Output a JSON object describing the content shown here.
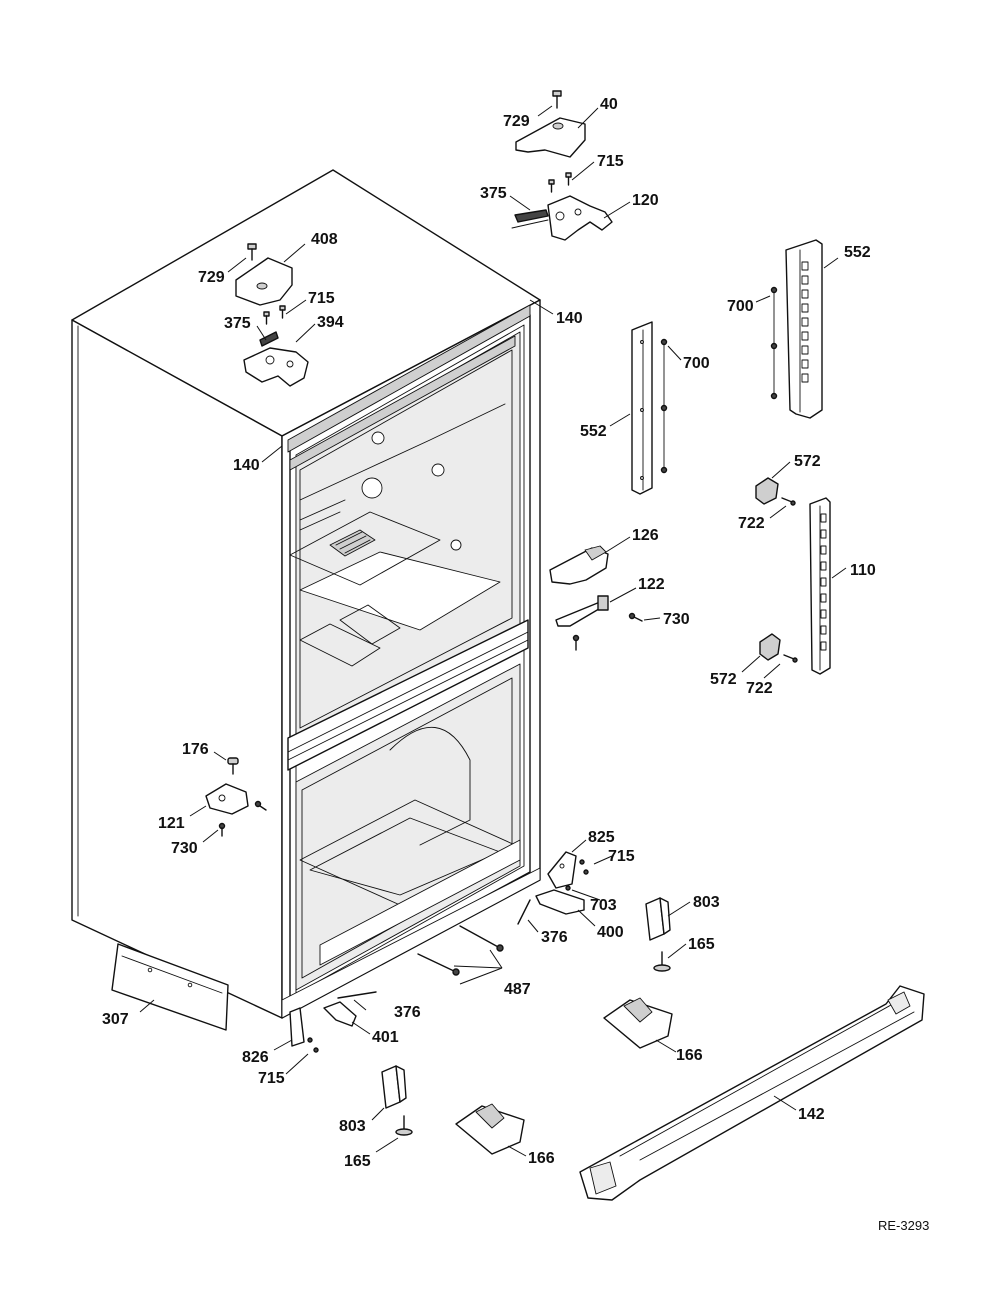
{
  "drawing_id": "RE-3293",
  "part_labels": [
    "40",
    "729",
    "715",
    "375",
    "120",
    "408",
    "729",
    "715",
    "375",
    "394",
    "140",
    "140",
    "552",
    "700",
    "700",
    "552",
    "572",
    "722",
    "126",
    "122",
    "730",
    "110",
    "572",
    "722",
    "176",
    "121",
    "730",
    "825",
    "715",
    "703",
    "400",
    "376",
    "803",
    "165",
    "487",
    "376",
    "401",
    "307",
    "826",
    "715",
    "166",
    "803",
    "165",
    "166",
    "142"
  ]
}
